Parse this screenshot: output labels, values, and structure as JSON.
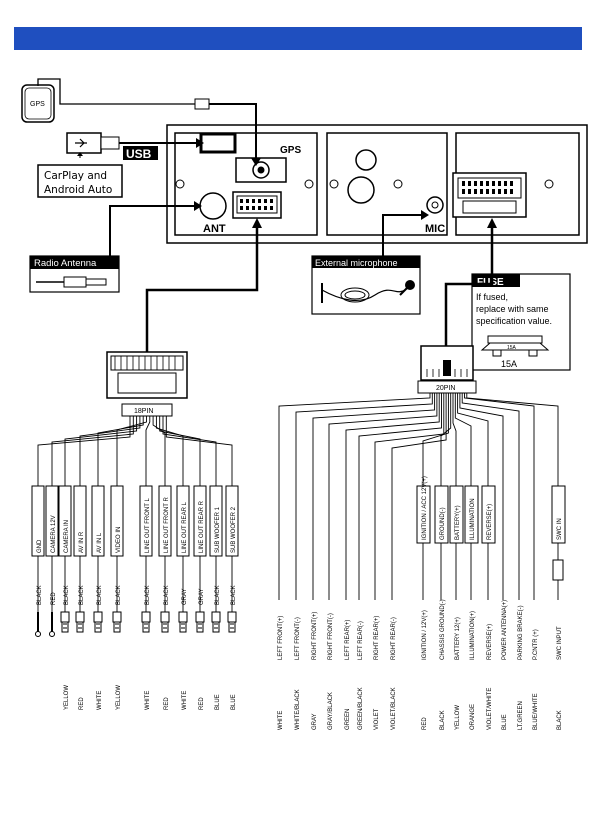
{
  "header": {
    "color": "#1f4fbf"
  },
  "labels": {
    "gps": "GPS",
    "usb": "USB",
    "carplay_line1": "CarPlay and",
    "carplay_line2": "Android Auto",
    "radio_antenna": "Radio Antenna",
    "ant": "ANT",
    "mic": "MIC",
    "external_microphone": "External microphone",
    "fuse_title": "FUSE",
    "fuse_note_1": "If fused,",
    "fuse_note_2": "replace with same",
    "fuse_note_3": "specification value.",
    "fuse_value": "15A",
    "fuse_body": "15A",
    "connector_18pin": "18PIN",
    "connector_20pin": "20PIN"
  },
  "left_group_1": {
    "box_labels": [
      "GND",
      "CAMERA 12V",
      "CAMERA IN",
      "AV IN R",
      "AV IN L",
      "VIDEO IN"
    ],
    "wire_colors": [
      "BLACK",
      "RED",
      "BLACK",
      "BLACK",
      "BLACK",
      "BLACK"
    ],
    "plug_colors": [
      "YELLOW",
      "RED",
      "WHITE",
      "YELLOW"
    ]
  },
  "left_group_2": {
    "box_labels": [
      "LINE OUT FRONT L",
      "LINE OUT FRONT R",
      "LINE OUT REAR L",
      "LINE OUT REAR R",
      "SUB WOOFER 1",
      "SUB WOOFER 2"
    ],
    "wire_colors": [
      "BLACK",
      "BLACK",
      "GRAY",
      "GRAY",
      "BLACK",
      "BLACK"
    ],
    "plug_colors": [
      "WHITE",
      "RED",
      "WHITE",
      "RED",
      "BLUE",
      "BLUE"
    ]
  },
  "speaker_wires": [
    {
      "func": "LEFT FRONT(+)",
      "color": "WHITE"
    },
    {
      "func": "LEFT FRONT(-)",
      "color": "WHITE/BLACK"
    },
    {
      "func": "RIGHT FRONT(+)",
      "color": "GRAY"
    },
    {
      "func": "RIGHT FRONT(-)",
      "color": "GRAY/BLACK"
    },
    {
      "func": "LEFT REAR(+)",
      "color": "GREEN"
    },
    {
      "func": "LEFT REAR(-)",
      "color": "GREEN/BLACK"
    },
    {
      "func": "RIGHT REAR(+)",
      "color": "VIOLET"
    },
    {
      "func": "RIGHT REAR(-)",
      "color": "VIOLET/BLACK"
    }
  ],
  "power_boxes": [
    "IGNITION / ACC 12V(+)",
    "GROUND(-)",
    "BATTERY(+)",
    "ILLUMINATION",
    "REVERSE(+)"
  ],
  "power_wires": [
    {
      "func": "IGNITION / 12V(+)",
      "color": "RED"
    },
    {
      "func": "CHASSIS GROUND(-)",
      "color": "BLACK"
    },
    {
      "func": "BATTERY 12(+)",
      "color": "YELLOW"
    },
    {
      "func": "ILLUMINATION(+)",
      "color": "ORANGE"
    },
    {
      "func": "REVERSE(+)",
      "color": "VIOLET/WHITE"
    },
    {
      "func": "POWER ANTENNA(+)",
      "color": "BLUE"
    },
    {
      "func": "PARKING BRAKE(-)",
      "color": "LT.GREEN"
    },
    {
      "func": "P.CNTR (+)",
      "color": "BLUE/WHITE"
    }
  ],
  "swc": {
    "box": "SWC IN",
    "func": "SWC INPUT",
    "color": "BLACK"
  }
}
